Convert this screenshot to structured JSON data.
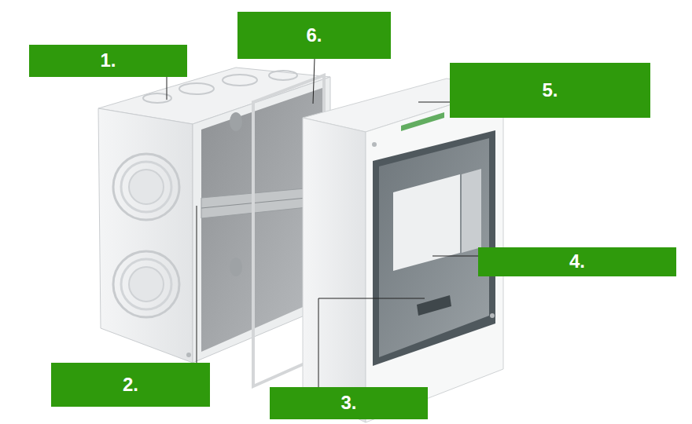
{
  "diagram": {
    "nodes": [
      {
        "text": [
          "6."
        ]
      },
      {
        "text": [
          "1."
        ]
      },
      {
        "text": [
          "5."
        ]
      },
      {
        "text": [
          "4."
        ]
      },
      {
        "text": [
          "2."
        ]
      },
      {
        "text": [
          "3."
        ]
      }
    ]
  }
}
